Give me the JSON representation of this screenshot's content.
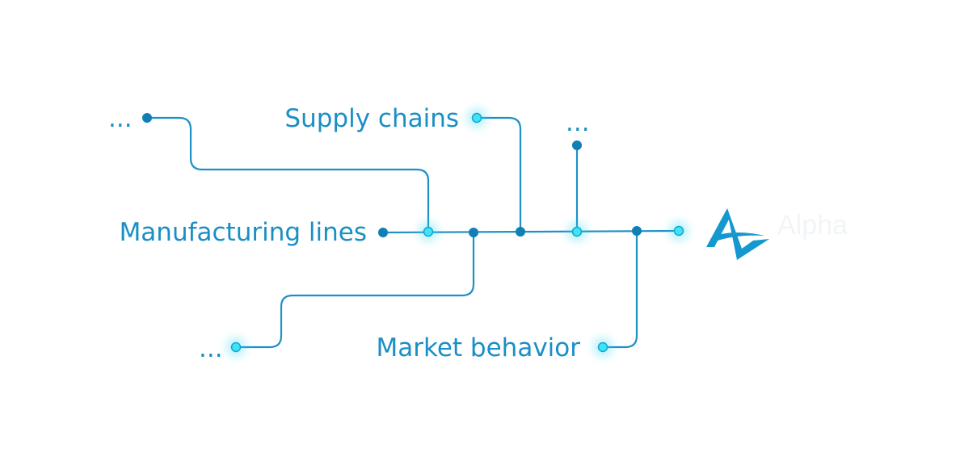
{
  "diagram": {
    "labels": {
      "top_left": "...",
      "supply_chains": "Supply chains",
      "top_mid": "...",
      "manufacturing_lines": "Manufacturing lines",
      "bottom_left": "...",
      "market_behavior": "Market behavior"
    },
    "logo": {
      "wordmark": "Alpha"
    },
    "colors": {
      "line": "#1e90c6",
      "text": "#1a8fc4",
      "node_glow": "#3fe3f5",
      "logo": "#1597cf"
    }
  }
}
